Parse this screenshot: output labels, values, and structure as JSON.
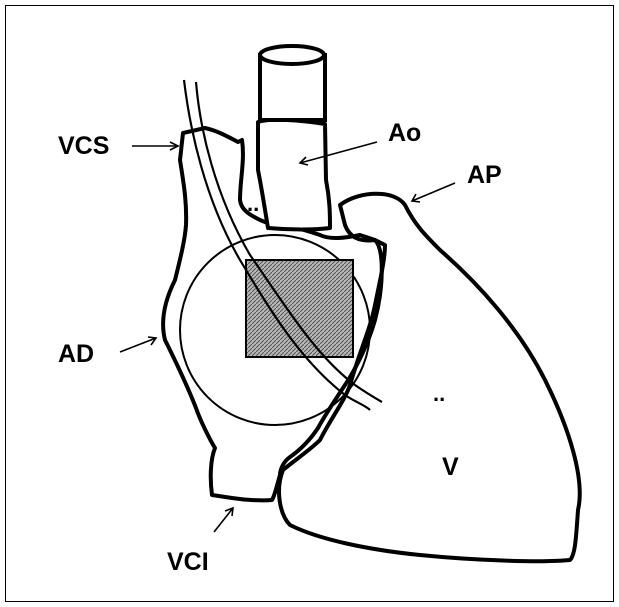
{
  "labels": {
    "vcs": "VCS",
    "ao": "Ao",
    "ap": "AP",
    "ad": "AD",
    "v": "V",
    "vci": "VCI"
  },
  "marks": {
    "dots_upper": "..",
    "dots_right": ".."
  },
  "colors": {
    "ink": "#000000",
    "hatch_fill": "#9a9a9a",
    "background": "#ffffff"
  }
}
